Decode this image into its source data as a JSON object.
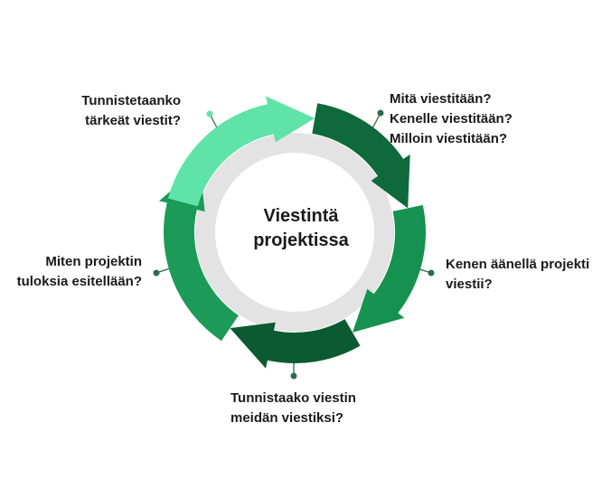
{
  "center": {
    "line1": "Viestintä",
    "line2": "projektissa"
  },
  "questions": [
    {
      "lines": [
        "Tunnistetaanko",
        "tärkeät viestit?"
      ]
    },
    {
      "lines": [
        "Mitä viestitään?",
        "Kenelle viestitään?",
        "Milloin viestitään?"
      ]
    },
    {
      "lines": [
        "Kenen äänellä projekti",
        "viestii?"
      ]
    },
    {
      "lines": [
        "Tunnistaako viestin",
        "meidän viestiksi?"
      ]
    },
    {
      "lines": [
        "Miten projektin",
        "tuloksia esitellään?"
      ]
    }
  ],
  "colors": {
    "arrow_light": "#5fe3a8",
    "arrow_dark": "#0e6a3b",
    "arrow_mid": "#15924f",
    "arrow_mid2": "#1c9a57",
    "arrow_darker": "#0b5a31",
    "inner_ring": "#e3e3e3",
    "connector": "#2f6b4c"
  }
}
